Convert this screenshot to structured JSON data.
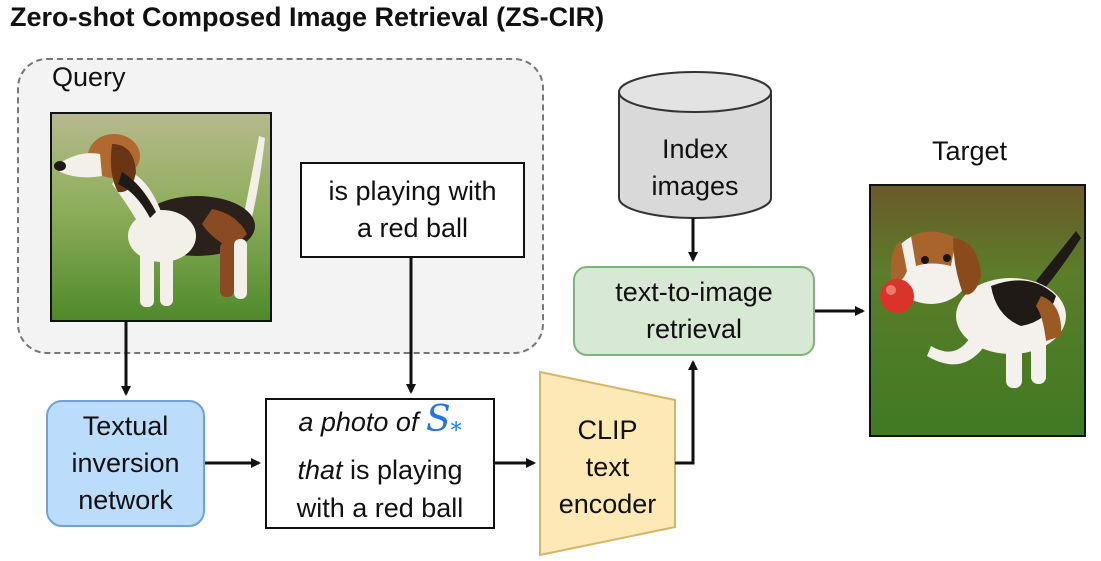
{
  "title": "Zero-shot Composed Image Retrieval (ZS-CIR)",
  "query": {
    "label": "Query",
    "image_alt": "beagle dog standing on grass"
  },
  "modification_text": {
    "line1": "is playing with",
    "line2": "a red ball"
  },
  "textual_inversion": {
    "line1": "Textual",
    "line2": "inversion",
    "line3": "network"
  },
  "prompt": {
    "part1": "a photo of",
    "token": "S",
    "token_sub": "*",
    "part2_italic": "that",
    "part2_rest": " is playing",
    "line3": "with a red ball"
  },
  "clip": {
    "line1": "CLIP",
    "line2": "text",
    "line3": "encoder"
  },
  "index": {
    "line1": "Index",
    "line2": "images"
  },
  "retrieval": {
    "line1": "text-to-image",
    "line2": "retrieval"
  },
  "target": {
    "label": "Target",
    "image_alt": "beagle puppy running with a red ball"
  },
  "colors": {
    "textual_inversion_fill": "#bcdcfb",
    "retrieval_fill": "#d7e9d4",
    "clip_fill": "#fde9b5",
    "index_fill": "#d9d9d9",
    "token": "#2374e1"
  }
}
